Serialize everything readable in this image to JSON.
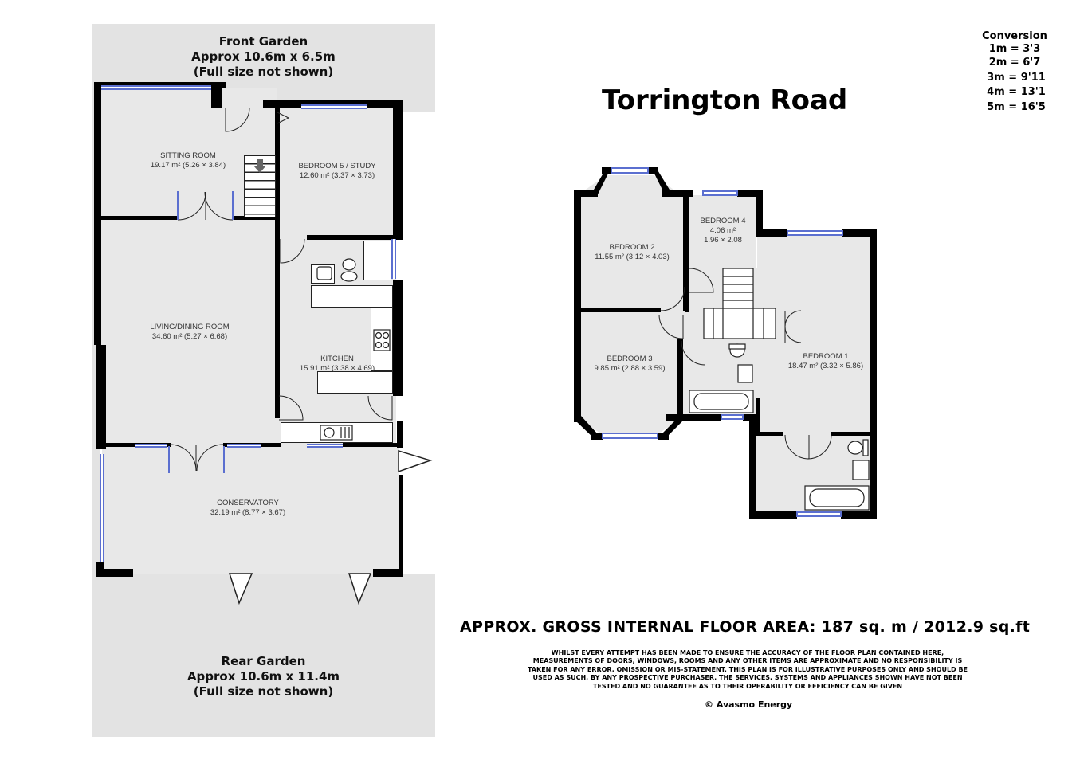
{
  "title": "Torrington Road",
  "conversion": {
    "heading": "Conversion",
    "rows": [
      "1m = 3'3",
      "2m = 6'7",
      "3m = 9'11",
      "4m = 13'1",
      "5m = 16'5"
    ]
  },
  "gardens": {
    "front": {
      "name": "Front Garden",
      "size": "Approx 10.6m x 6.5m",
      "note": "(Full size not shown)"
    },
    "rear": {
      "name": "Rear Garden",
      "size": "Approx 10.6m x 11.4m",
      "note": "(Full size not shown)"
    }
  },
  "ground_floor": {
    "sitting_room": {
      "name": "SITTING ROOM",
      "area": "19.17 m² (5.26 × 3.84)"
    },
    "bedroom5": {
      "name": "BEDROOM 5 / STUDY",
      "area": "12.60 m² (3.37 × 3.73)"
    },
    "living_dining": {
      "name": "LIVING/DINING ROOM",
      "area": "34.60 m² (5.27 × 6.68)"
    },
    "kitchen": {
      "name": "KITCHEN",
      "area": "15.91 m² (3.38 × 4.69)"
    },
    "conservatory": {
      "name": "CONSERVATORY",
      "area": "32.19 m² (8.77 × 3.67)"
    }
  },
  "first_floor": {
    "bedroom2": {
      "name": "BEDROOM 2",
      "area": "11.55 m² (3.12 × 4.03)"
    },
    "bedroom4": {
      "name": "BEDROOM 4",
      "area": "4.06 m²",
      "dims": "1.96 × 2.08"
    },
    "bedroom3": {
      "name": "BEDROOM 3",
      "area": "9.85 m² (2.88 × 3.59)"
    },
    "bedroom1": {
      "name": "BEDROOM 1",
      "area": "18.47 m² (3.32 × 5.86)"
    }
  },
  "gross_area": "APPROX. GROSS INTERNAL FLOOR AREA: 187 sq. m / 2012.9 sq.ft",
  "disclaimer": "WHILST EVERY ATTEMPT HAS BEEN MADE TO ENSURE THE ACCURACY OF THE FLOOR PLAN CONTAINED HERE, MEASUREMENTS OF DOORS, WINDOWS, ROOMS AND ANY OTHER ITEMS ARE APPROXIMATE AND NO RESPONSIBILITY IS TAKEN FOR ANY ERROR, OMISSION OR MIS-STATEMENT. THIS PLAN IS FOR ILLUSTRATIVE PURPOSES ONLY AND SHOULD BE USED AS SUCH, BY ANY PROSPECTIVE PURCHASER. THE SERVICES, SYSTEMS AND APPLIANCES SHOWN HAVE NOT BEEN TESTED AND NO GUARANTEE AS TO THEIR OPERABILITY OR EFFICIENCY CAN BE GIVEN",
  "copyright": "© Avasmo Energy",
  "colors": {
    "wall": "#000000",
    "floor": "#e8e8e8",
    "garden": "#e3e3e3",
    "window": "#5b6fd0"
  }
}
